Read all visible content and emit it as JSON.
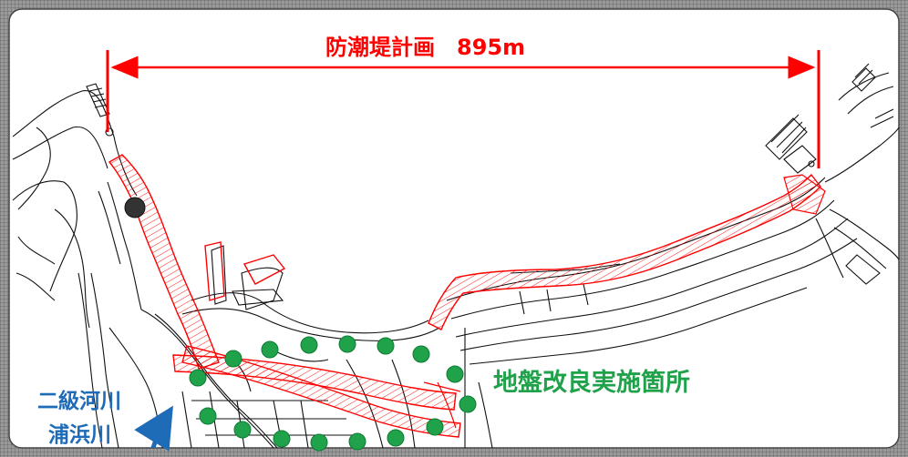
{
  "title": "防潮堤計画　895m",
  "ground_improvement_label": "地盤改良実施箇所",
  "river": {
    "line1": "二級河川",
    "line2": "浦浜川"
  },
  "colors": {
    "plan_red": "#ff0000",
    "improvement_green": "#1fa24a",
    "river_blue": "#1e6bb8",
    "linework": "#111111",
    "frame": "#666666"
  }
}
